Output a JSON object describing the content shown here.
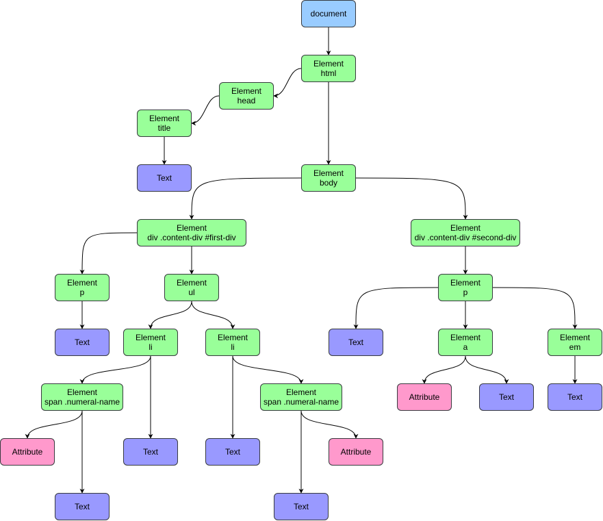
{
  "colors": {
    "document": "#99CCFF",
    "element": "#99FF99",
    "text": "#9999FF",
    "attribute": "#FF99CC",
    "border": "#36393d",
    "edge": "#000000"
  },
  "nodes": [
    {
      "id": "document",
      "type": "document",
      "lines": [
        "document"
      ]
    },
    {
      "id": "html",
      "type": "element",
      "lines": [
        "Element",
        "html"
      ]
    },
    {
      "id": "head",
      "type": "element",
      "lines": [
        "Element",
        "head"
      ]
    },
    {
      "id": "title",
      "type": "element",
      "lines": [
        "Element",
        "title"
      ]
    },
    {
      "id": "title_text",
      "type": "text",
      "lines": [
        "Text"
      ]
    },
    {
      "id": "body",
      "type": "element",
      "lines": [
        "Element",
        "body"
      ]
    },
    {
      "id": "div1",
      "type": "element",
      "lines": [
        "Element",
        "div .content-div #first-div"
      ]
    },
    {
      "id": "div2",
      "type": "element",
      "lines": [
        "Element",
        "div .content-div #second-div"
      ]
    },
    {
      "id": "p1",
      "type": "element",
      "lines": [
        "Element",
        "p"
      ]
    },
    {
      "id": "ul",
      "type": "element",
      "lines": [
        "Element",
        "ul"
      ]
    },
    {
      "id": "p2",
      "type": "element",
      "lines": [
        "Element",
        "p"
      ]
    },
    {
      "id": "p1_text",
      "type": "text",
      "lines": [
        "Text"
      ]
    },
    {
      "id": "li1",
      "type": "element",
      "lines": [
        "Element",
        "li"
      ]
    },
    {
      "id": "li2",
      "type": "element",
      "lines": [
        "Element",
        "li"
      ]
    },
    {
      "id": "p2_text",
      "type": "text",
      "lines": [
        "Text"
      ]
    },
    {
      "id": "a",
      "type": "element",
      "lines": [
        "Element",
        "a"
      ]
    },
    {
      "id": "em",
      "type": "element",
      "lines": [
        "Element",
        "em"
      ]
    },
    {
      "id": "span1",
      "type": "element",
      "lines": [
        "Element",
        "span .numeral-name"
      ]
    },
    {
      "id": "span2",
      "type": "element",
      "lines": [
        "Element",
        "span .numeral-name"
      ]
    },
    {
      "id": "a_attr",
      "type": "attribute",
      "lines": [
        "Attribute"
      ]
    },
    {
      "id": "a_text",
      "type": "text",
      "lines": [
        "Text"
      ]
    },
    {
      "id": "em_text",
      "type": "text",
      "lines": [
        "Text"
      ]
    },
    {
      "id": "span1_attr",
      "type": "attribute",
      "lines": [
        "Attribute"
      ]
    },
    {
      "id": "li1_text",
      "type": "text",
      "lines": [
        "Text"
      ]
    },
    {
      "id": "li2_text",
      "type": "text",
      "lines": [
        "Text"
      ]
    },
    {
      "id": "span2_attr",
      "type": "attribute",
      "lines": [
        "Attribute"
      ]
    },
    {
      "id": "span1_text",
      "type": "text",
      "lines": [
        "Text"
      ]
    },
    {
      "id": "span2_text",
      "type": "text",
      "lines": [
        "Text"
      ]
    }
  ],
  "edges": [
    {
      "from": "document",
      "to": "html"
    },
    {
      "from": "html",
      "to": "head"
    },
    {
      "from": "html",
      "to": "body"
    },
    {
      "from": "head",
      "to": "title"
    },
    {
      "from": "title",
      "to": "title_text"
    },
    {
      "from": "body",
      "to": "div1"
    },
    {
      "from": "body",
      "to": "div2"
    },
    {
      "from": "div1",
      "to": "p1"
    },
    {
      "from": "div1",
      "to": "ul"
    },
    {
      "from": "div2",
      "to": "p2"
    },
    {
      "from": "p1",
      "to": "p1_text"
    },
    {
      "from": "ul",
      "to": "li1"
    },
    {
      "from": "ul",
      "to": "li2"
    },
    {
      "from": "p2",
      "to": "p2_text"
    },
    {
      "from": "p2",
      "to": "a"
    },
    {
      "from": "p2",
      "to": "em"
    },
    {
      "from": "li1",
      "to": "span1"
    },
    {
      "from": "li1",
      "to": "li1_text"
    },
    {
      "from": "li2",
      "to": "li2_text"
    },
    {
      "from": "li2",
      "to": "span2"
    },
    {
      "from": "a",
      "to": "a_attr"
    },
    {
      "from": "a",
      "to": "a_text"
    },
    {
      "from": "em",
      "to": "em_text"
    },
    {
      "from": "span1",
      "to": "span1_attr"
    },
    {
      "from": "span1",
      "to": "span1_text"
    },
    {
      "from": "span2",
      "to": "span2_attr"
    },
    {
      "from": "span2",
      "to": "span2_text"
    }
  ]
}
